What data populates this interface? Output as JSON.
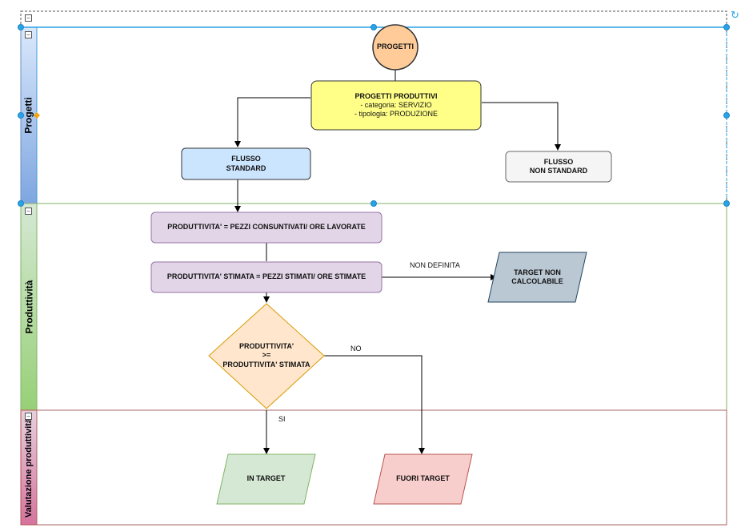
{
  "lanes": [
    {
      "label": "Progetti"
    },
    {
      "label": "Produttività"
    },
    {
      "label": "Valutazione produttività"
    }
  ],
  "nodes": {
    "progetti": "PROGETTI",
    "progetti_produttivi": {
      "title": "PROGETTI PRODUTTIVI",
      "line1": "- categoria: SERVIZIO",
      "line2": "- tipologia: PRODUZIONE"
    },
    "flusso_standard": {
      "line1": "FLUSSO",
      "line2": "STANDARD"
    },
    "flusso_non_standard": {
      "line1": "FLUSSO",
      "line2": "NON STANDARD"
    },
    "produttivita": "PRODUTTIVITA' = PEZZI CONSUNTIVATI/ ORE LAVORATE",
    "produttivita_stimata": "PRODUTTIVITA' STIMATA = PEZZI STIMATI/ ORE STIMATE",
    "target_non_calcolabile": {
      "line1": "TARGET NON",
      "line2": "CALCOLABILE"
    },
    "decision": {
      "line1": "PRODUTTIVITA'",
      "line2": ">=",
      "line3": "PRODUTTIVITA' STIMATA"
    },
    "in_target": "IN TARGET",
    "fuori_target": "FUORI TARGET"
  },
  "edge_labels": {
    "non_definita": "NON DEFINITA",
    "no": "NO",
    "si": "SI"
  },
  "colors": {
    "progetti_fill": "#ffcc99",
    "produttivi_fill": "#ffff88",
    "standard_fill": "#cce5ff",
    "non_standard_fill": "#f5f5f5",
    "process_fill": "#e1d5e7",
    "target_nc_fill": "#bac8d3",
    "decision_fill": "#ffe6cc",
    "in_target_fill": "#d5e8d4",
    "fuori_target_fill": "#f8cecc",
    "selection": "#29a3e6"
  }
}
